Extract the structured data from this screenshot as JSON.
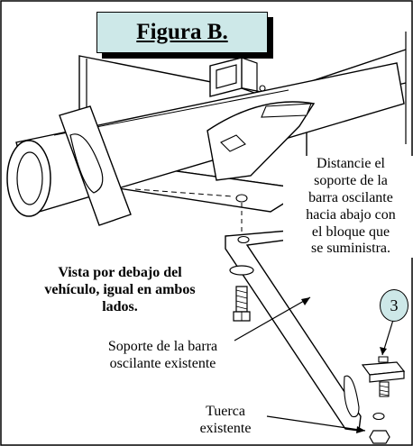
{
  "figure": {
    "title": "Figura B."
  },
  "labels": {
    "distance_note": [
      "Distancie el",
      "soporte de la",
      "barra oscilante",
      "hacia abajo con",
      "el bloque que",
      "se suministra."
    ],
    "view_note": [
      "Vista por debajo del",
      "vehículo,  igual en ambos",
      "lados."
    ],
    "bracket_label": [
      "Soporte de la barra",
      "oscilante existente"
    ],
    "nut_label": [
      "Tuerca",
      "existente"
    ]
  },
  "callout": {
    "number": "3"
  }
}
